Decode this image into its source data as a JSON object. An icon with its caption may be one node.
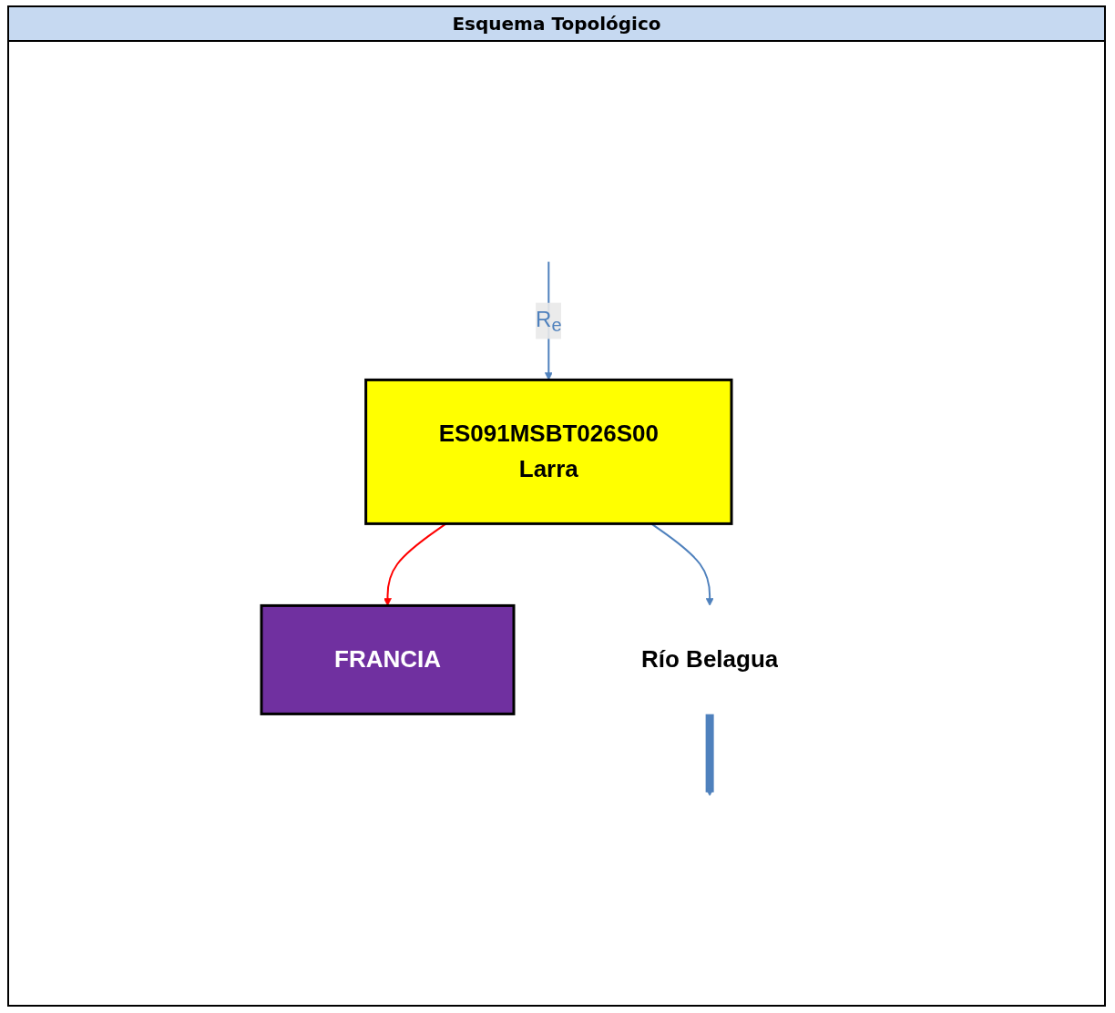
{
  "diagram": {
    "title": "Esquema Topológico",
    "nodes": [
      {
        "text": [
          "FRANCIA"
        ]
      },
      {
        "text": [
          "ES091MSBT026S00",
          "Larra"
        ]
      },
      {
        "text": [
          "Río Belagua"
        ]
      }
    ],
    "edges": [
      {
        "from": null,
        "to": 1,
        "arrow": "to",
        "label": "R$_{e}$"
      },
      {
        "from": 1,
        "to": 0,
        "arrow": "to",
        "color": "#ff0000"
      },
      {
        "from": 1,
        "to": 2,
        "arrow": "to"
      },
      {
        "from": 2,
        "to": null,
        "arrow": "to",
        "style": "thick"
      }
    ]
  }
}
